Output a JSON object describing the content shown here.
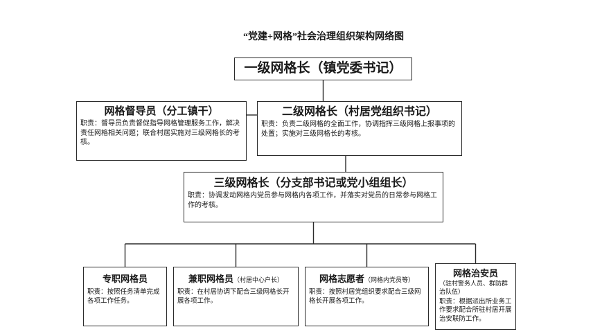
{
  "title": "“党建+网格”社会治理组织架构网络图",
  "nodes": {
    "level1": {
      "title": "一级网格长（镇党委书记）"
    },
    "supervisor": {
      "title": "网格督导员（分工镇干）",
      "duty": "职责：督导员负责督促指导网格管理服务工作，解决责任网格相关问题；联合村居实施对三级网格长的考核。"
    },
    "level2": {
      "title": "二级网格长（村居党组织书记）",
      "duty": "职责：负责二级网格的全面工作，协调指挥三级网格上报事项的处置；实施对三级网格长的考核。"
    },
    "level3": {
      "title": "三级网格长（分支部书记或党小组组长）",
      "duty": "职责：协调发动网格内党员参与网格内各项工作，并落实对党员的日常参与网格工作的考核。"
    },
    "bottom": [
      {
        "title": "专职网格员",
        "subtitle": "",
        "duty": "职责：按照任务清单完成各项工作任务。"
      },
      {
        "title": "兼职网格员",
        "subtitle": "（村居中心户长）",
        "duty": "职责：在村居协调下配合三级网格长开展各项工作。"
      },
      {
        "title": "网格志愿者",
        "subtitle": "（网格内党员等）",
        "duty": "职责：按照村居党组织要求配合三级网格长开展各项工作。"
      },
      {
        "title": "网格治安员",
        "subtitle": "（驻村警务人员、群防群治队伍）",
        "duty": "职责：根据派出所业务工作要求配合所驻村居开展治安联防工作。"
      }
    ]
  }
}
